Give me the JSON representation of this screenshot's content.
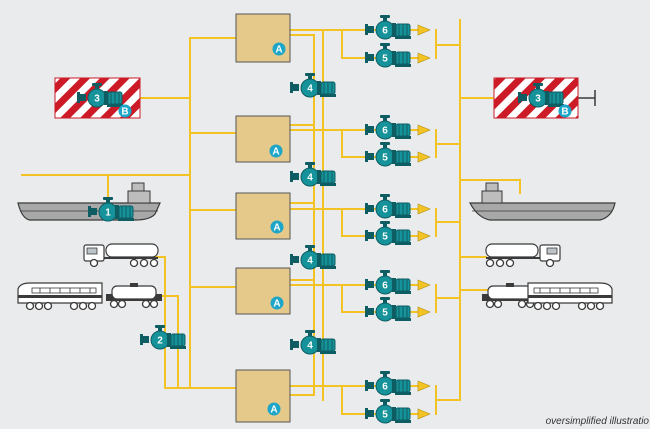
{
  "caption": "oversimplified illustratio",
  "tank_label": "A",
  "hazard_label": "B",
  "pump_numbers": [
    "1",
    "2",
    "3",
    "4",
    "5",
    "6"
  ],
  "colors": {
    "background": "#e9ebec",
    "pipe": "#f3c325",
    "tank_fill": "#e5c98a",
    "tank_stroke": "#555555",
    "pump_body": "#16929a",
    "pump_dark": "#0d5d63",
    "badge": "#1ea6c9",
    "hazard_red": "#cc1a26",
    "vehicle_body": "#cfcfcf",
    "vehicle_dark": "#3a3a3a",
    "ship_hull": "#a8a8a8"
  }
}
